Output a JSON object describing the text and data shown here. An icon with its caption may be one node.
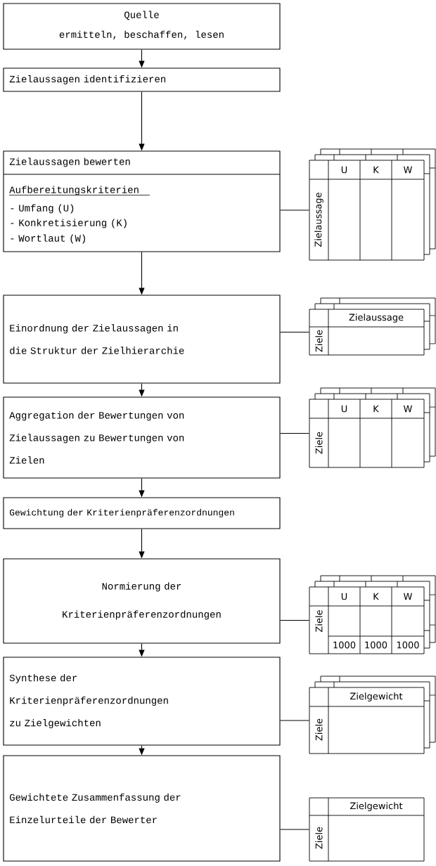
{
  "diagram": {
    "nodes": [
      {
        "text": [
          "Quelle",
          "ermitteln, beschaffen, lesen"
        ]
      },
      {
        "text": [
          "Zielaussagen identifizieren"
        ]
      },
      {
        "text": [
          "Zielaussagen bewerten",
          "Aufbereitungskriterien",
          "- Umfang (U)",
          "- Konkretisierung (K)",
          "- Wortlaut (W)"
        ]
      },
      {
        "text": [
          "Einordnung der Zielaussagen in die Struktur der Zielhierarchie"
        ]
      },
      {
        "text": [
          "Aggregation der Bewertungen von Zielaussagen zu Bewertungen von Zielen"
        ]
      },
      {
        "text": [
          "Gewichtung der Kriterienpräferenzordnungen"
        ]
      },
      {
        "text": [
          "Normierung der Kriterienpräferenzordnungen"
        ]
      },
      {
        "text": [
          "Synthese der Kriterienpräferenzordnungen zu Zielgewichten"
        ]
      },
      {
        "text": [
          "Gewichtete Zusammenfassung der Einzelurteile der Bewerter"
        ]
      },
      {
        "text": [
          "U",
          "K",
          "W",
          "Zielaussage"
        ]
      },
      {
        "text": [
          "Zielaussage",
          "Ziele"
        ]
      },
      {
        "text": [
          "U",
          "K",
          "W",
          "Ziele"
        ]
      },
      {
        "text": [
          "U",
          "K",
          "W",
          "Ziele",
          "1000",
          "1000",
          "1000"
        ]
      },
      {
        "text": [
          "Zielgewicht",
          "Ziele"
        ]
      },
      {
        "text": [
          "Zielgewicht",
          "Ziele"
        ]
      }
    ],
    "edges": [
      {
        "from": 0,
        "to": 1,
        "arrow": "to"
      },
      {
        "from": 1,
        "to": 2,
        "arrow": "to"
      },
      {
        "from": 2,
        "to": 3,
        "arrow": "to"
      },
      {
        "from": 3,
        "to": 4,
        "arrow": "to"
      },
      {
        "from": 4,
        "to": 5,
        "arrow": "to"
      },
      {
        "from": 5,
        "to": 6,
        "arrow": "to"
      },
      {
        "from": 6,
        "to": 7,
        "arrow": "to"
      },
      {
        "from": 7,
        "to": 8,
        "arrow": "to"
      },
      {
        "from": 2,
        "to": 9,
        "arrow": "none"
      },
      {
        "from": 3,
        "to": 10,
        "arrow": "none"
      },
      {
        "from": 4,
        "to": 11,
        "arrow": "none"
      },
      {
        "from": 6,
        "to": 12,
        "arrow": "none"
      },
      {
        "from": 7,
        "to": 13,
        "arrow": "none"
      },
      {
        "from": 8,
        "to": 14,
        "arrow": "none"
      }
    ]
  }
}
